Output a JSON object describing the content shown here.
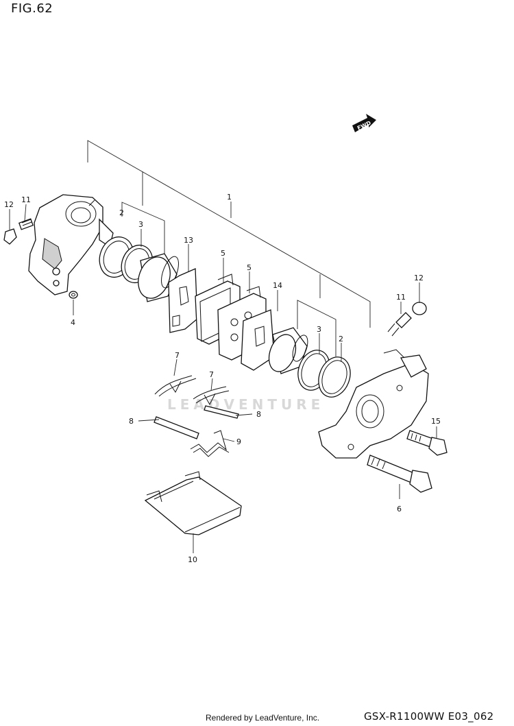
{
  "header": {
    "figure_label": "FIG.62"
  },
  "orientation_badge": {
    "text": "FWD"
  },
  "watermark": {
    "text": "LEADVENTURE"
  },
  "callouts": [
    {
      "id": "1",
      "text": "1"
    },
    {
      "id": "2a",
      "text": "2"
    },
    {
      "id": "2b",
      "text": "2"
    },
    {
      "id": "3a",
      "text": "3"
    },
    {
      "id": "3b",
      "text": "3"
    },
    {
      "id": "4",
      "text": "4"
    },
    {
      "id": "5a",
      "text": "5"
    },
    {
      "id": "5b",
      "text": "5"
    },
    {
      "id": "6",
      "text": "6"
    },
    {
      "id": "7a",
      "text": "7"
    },
    {
      "id": "7b",
      "text": "7"
    },
    {
      "id": "8a",
      "text": "8"
    },
    {
      "id": "8b",
      "text": "8"
    },
    {
      "id": "9",
      "text": "9"
    },
    {
      "id": "10",
      "text": "10"
    },
    {
      "id": "11a",
      "text": "11"
    },
    {
      "id": "11b",
      "text": "11"
    },
    {
      "id": "12a",
      "text": "12"
    },
    {
      "id": "12b",
      "text": "12"
    },
    {
      "id": "13",
      "text": "13"
    },
    {
      "id": "14",
      "text": "14"
    },
    {
      "id": "15",
      "text": "15"
    }
  ],
  "footer": {
    "credit": "Rendered by LeadVenture, Inc.",
    "model_code": "GSX-R1100WW  E03_062"
  }
}
